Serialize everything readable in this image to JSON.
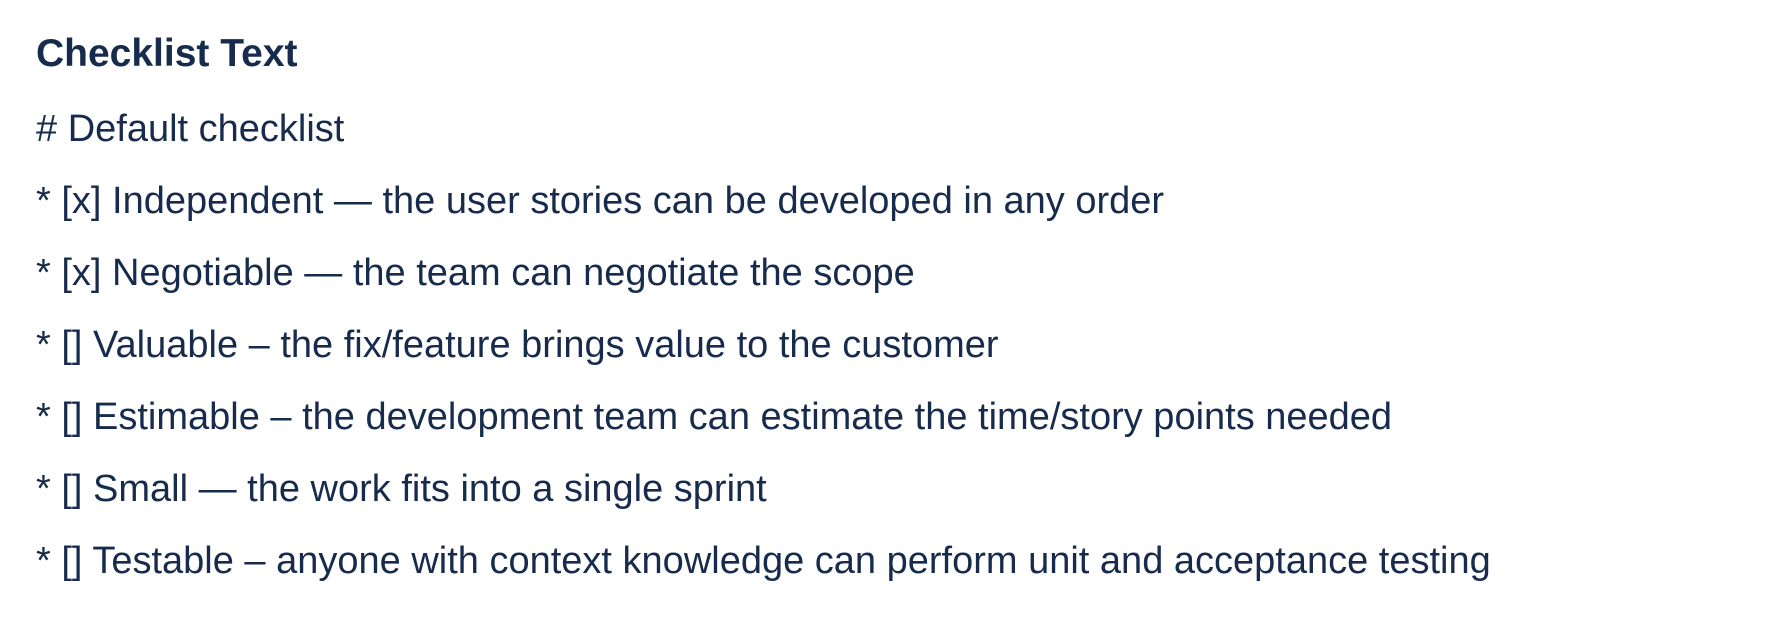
{
  "checklist": {
    "title": "Checklist Text",
    "lines": [
      "# Default checklist",
      "* [x] Independent — the user stories can be developed in any order",
      "* [x] Negotiable — the team can negotiate the scope",
      "* [] Valuable – the fix/feature brings value to the customer",
      "* [] Estimable – the development team can estimate the time/story points needed",
      "* [] Small — the work fits into a single sprint",
      "* [] Testable – anyone with context knowledge can perform unit and acceptance testing"
    ]
  }
}
